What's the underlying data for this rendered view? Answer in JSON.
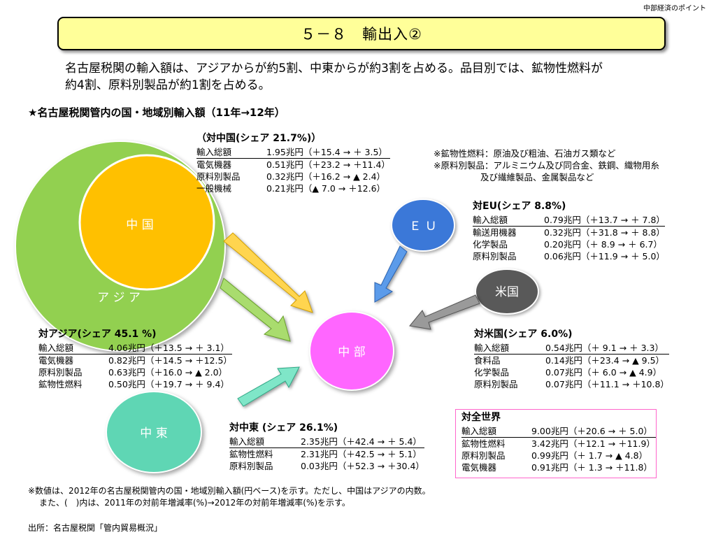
{
  "corner_label": "中部経済のポイント",
  "title": "５－８　輸出入②",
  "intro_line1": "名古屋税関の輸入額は、アジアからが約5割、中東からが約3割を占める。品目別では、鉱物性燃料が",
  "intro_line2": "約4割、原料別製品が約1割を占める。",
  "subhead": "★名古屋税関管内の国・地域別輸入額（11年→12年）",
  "regions": {
    "asia": {
      "label": "ア ジ ア",
      "color": "#92d050"
    },
    "china": {
      "label": "中 国",
      "color": "#ffc000"
    },
    "eu": {
      "label": "Ｅ Ｕ",
      "color": "#3b78d8"
    },
    "usa": {
      "label": "米国",
      "color": "#595959"
    },
    "chubu": {
      "label": "中 部",
      "color": "#ff66ff"
    },
    "mideast": {
      "label": "中 東",
      "color": "#5fd6b4"
    }
  },
  "china_block": {
    "heading": "（対中国(シェア 21.7%)）",
    "rows": [
      {
        "item": "輸入総額",
        "value": "1.95兆円（＋15.4 → ＋ 3.5）"
      },
      {
        "item": "電気機器",
        "value": "0.51兆円（＋23.2 → ＋11.4）"
      },
      {
        "item": "原料別製品",
        "value": "0.32兆円（＋16.2 → ▲ 2.4）"
      },
      {
        "item": "一般機械",
        "value": "0.21兆円（▲ 7.0 → ＋12.6）"
      }
    ]
  },
  "notes": {
    "line1": "※鉱物性燃料：原油及び粗油、石油ガス類など",
    "line2": "※原料別製品：アルミニウム及び同合金、鉄鋼、織物用糸",
    "line3": "及び繊維製品、金属製品など"
  },
  "eu_block": {
    "heading": "対EU(シェア 8.8%)",
    "rows": [
      {
        "item": "輸入総額",
        "value": "0.79兆円（＋13.7 → ＋ 7.8）"
      },
      {
        "item": "輸送用機器",
        "value": "0.32兆円（＋31.8 → ＋ 8.8）"
      },
      {
        "item": "化学製品",
        "value": "0.20兆円（＋ 8.9 → ＋ 6.7）"
      },
      {
        "item": "原料別製品",
        "value": "0.06兆円（＋11.9 → ＋ 5.0）"
      }
    ]
  },
  "asia_block": {
    "heading": "対アジア(シェア 45.1 %)",
    "rows": [
      {
        "item": "輸入総額",
        "value": "4.06兆円（＋13.5 → ＋ 3.1）"
      },
      {
        "item": "電気機器",
        "value": "0.82兆円（＋14.5 → ＋12.5）"
      },
      {
        "item": "原料別製品",
        "value": "0.63兆円（＋16.0 → ▲ 2.0）"
      },
      {
        "item": "鉱物性燃料",
        "value": "0.50兆円（＋19.7 → ＋ 9.4）"
      }
    ]
  },
  "usa_block": {
    "heading": "対米国(シェア 6.0%)",
    "rows": [
      {
        "item": "輸入総額",
        "value": "0.54兆円（＋ 9.1 → ＋ 3.3）"
      },
      {
        "item": "食料品",
        "value": "0.14兆円（＋23.4 → ▲ 9.5）"
      },
      {
        "item": "化学製品",
        "value": "0.07兆円（＋ 6.0 → ▲ 4.9）"
      },
      {
        "item": "原料別製品",
        "value": "0.07兆円（＋11.1 → ＋10.8）"
      }
    ]
  },
  "mideast_block": {
    "heading": "対中東 (シェア 26.1%)",
    "rows": [
      {
        "item": "輸入総額",
        "value": "2.35兆円（＋42.4 → ＋ 5.4）"
      },
      {
        "item": "鉱物性燃料",
        "value": "2.31兆円（＋42.5 → ＋ 5.1）"
      },
      {
        "item": "原料別製品",
        "value": "0.03兆円（＋52.3 → ＋30.4）"
      }
    ]
  },
  "world_block": {
    "heading": "対全世界",
    "rows": [
      {
        "item": "輸入総額",
        "value": "9.00兆円（＋20.6 → ＋ 5.0）"
      },
      {
        "item": "鉱物性燃料",
        "value": "3.42兆円（＋12.1 → ＋11.9）"
      },
      {
        "item": "原料別製品",
        "value": "0.99兆円（＋ 1.7 → ▲ 4.8）"
      },
      {
        "item": "電気機器",
        "value": "0.91兆円（＋ 1.3 → ＋11.8）"
      }
    ]
  },
  "footnote1": "※数値は、2012年の名古屋税関管内の国・地域別輸入額(円ベース)を示す。ただし、中国はアジアの内数。",
  "footnote2": "また、(　)内は、2011年の対前年増減率(%)→2012年の対前年増減率(%)を示す。",
  "source": "出所：名古屋税関「管内貿易概況」"
}
